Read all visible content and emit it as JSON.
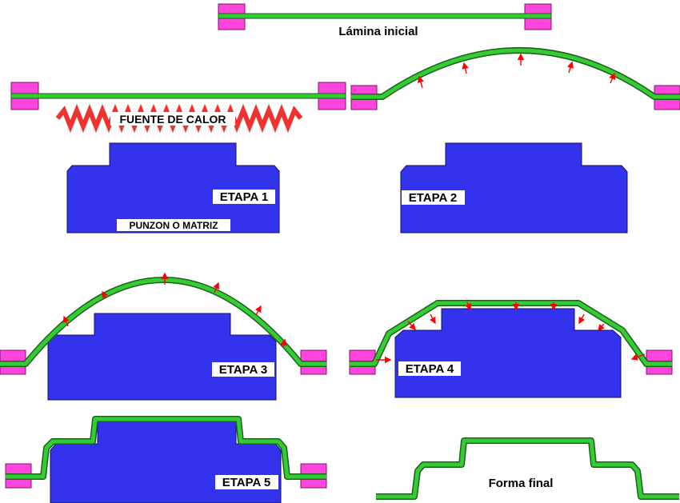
{
  "colors": {
    "sheet_fill": "#33cc33",
    "sheet_edge": "#1f5f1f",
    "clamp_fill": "#ff44dd",
    "clamp_edge": "#7a1a6a",
    "die_fill": "#3333ee",
    "die_edge": "#101060",
    "arrow": "#ff0000",
    "heater": "#ee3333"
  },
  "labels": {
    "initial_sheet": "Lámina inicial",
    "heat_source": "FUENTE DE CALOR",
    "die": "PUNZON O MATRIZ",
    "stage1": "ETAPA 1",
    "stage2": "ETAPA 2",
    "stage3": "ETAPA 3",
    "stage4": "ETAPA 4",
    "stage5": "ETAPA 5",
    "final_shape": "Forma final"
  },
  "icons": {
    "clamp": "clamp-block",
    "arrow": "pressure-arrow",
    "heater": "zigzag-heater"
  }
}
